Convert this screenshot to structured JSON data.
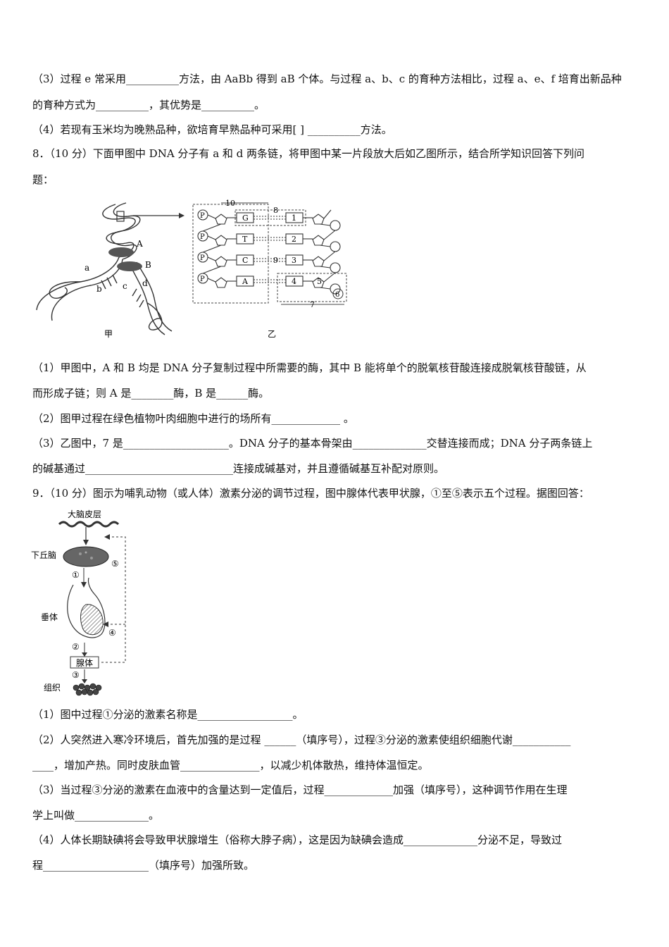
{
  "q7": {
    "p3_a": "（3）过程 e 常采用__________方法，由 AaBb 得到 aB 个体。与过程 a、b、c 的育种方法相比，过程 a、e、f 培育出新品种",
    "p3_b": "的育种方式为__________，其优势是__________。",
    "p4": "（4）若现有玉米均为晚熟品种，欲培育早熟品种可采用[ ] __________方法。"
  },
  "q8": {
    "stem_a": "8．（10 分）下面甲图中 DNA 分子有 a 和 d 两条链，将甲图中某一片段放大后如乙图所示，结合所学知识回答下列问",
    "stem_b": "题：",
    "figure": {
      "label_jia": "甲",
      "label_yi": "乙",
      "enzyme_A": "A",
      "enzyme_B": "B",
      "strand_a": "a",
      "strand_b": "b",
      "strand_c": "c",
      "strand_d": "d",
      "phosphate": "P",
      "bases_left": [
        "G",
        "T",
        "C",
        "A"
      ],
      "bases_right": [
        "1",
        "2",
        "3",
        "4"
      ],
      "num_5": "5",
      "num_6": "6",
      "num_7": "7",
      "num_8": "8",
      "num_9": "9",
      "num_10": "10"
    },
    "p1_a": "（1）甲图中，A 和 B 均是 DNA 分子复制过程中所需要的酶，其中 B 能将单个的脱氧核苷酸连接成脱氧核苷酸链，从",
    "p1_b": "而形成子链；则 A 是________酶，B 是______酶。",
    "p2": "（2）图甲过程在绿色植物叶肉细胞中进行的场所有_____________ 。",
    "p3_a": "（3）乙图中，7 是____________________。DNA 分子的基本骨架由______________交替连接而成；DNA 分子两条链上",
    "p3_b": "的碱基通过____________________________连接成碱基对，并且遵循碱基互补配对原则。"
  },
  "q9": {
    "stem": "9．（10 分）图示为哺乳动物（或人体）激素分泌的调节过程，图中腺体代表甲状腺，①至⑤表示五个过程。据图回答：",
    "figure": {
      "cortex": "大脑皮层",
      "hypothalamus": "下丘脑",
      "pituitary": "垂体",
      "gland": "腺体",
      "tissue": "组织",
      "c1": "①",
      "c2": "②",
      "c3": "③",
      "c4": "④",
      "c5": "⑤"
    },
    "p1": "（1）图中过程①分泌的激素名称是__________________。",
    "p2_a": "（2）人突然进入寒冷环境后，首先加强的是过程 ______（填序号），过程③分泌的激素使组织细胞代谢___________",
    "p2_b": "____，增加产热。同时皮肤血管_______________，以减少机体散热，维持体温恒定。",
    "p3_a": "（3）当过程③分泌的激素在血液中的含量达到一定值后，过程_____________加强（填序号），这种调节作用在生理",
    "p3_b": "学上叫做______________。",
    "p4_a": "（4）人体长期缺碘将会导致甲状腺增生（俗称大脖子病），这是因为缺碘会造成______________分泌不足，导致过",
    "p4_b": "程____________________（填序号）加强所致。"
  }
}
